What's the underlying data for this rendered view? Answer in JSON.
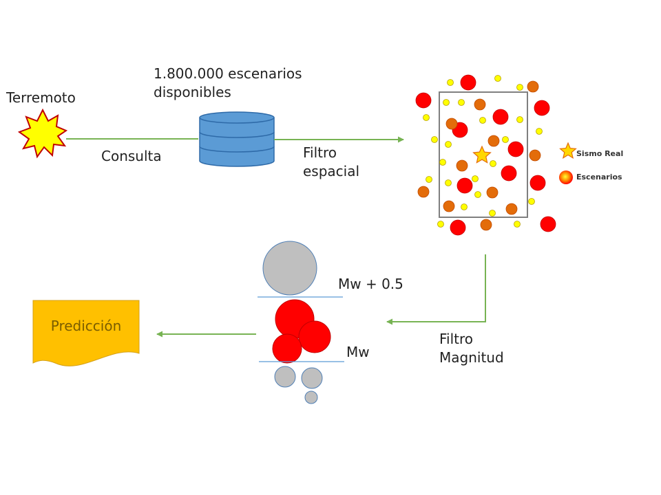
{
  "nodes": {
    "earthquake": {
      "label": "Terremoto",
      "icon": "explosion-icon"
    },
    "database": {
      "label_line1": "1.800.000 escenarios",
      "label_line2": "disponibles",
      "icon": "database-icon"
    },
    "prediction": {
      "label": "Predicción"
    }
  },
  "edges": {
    "query": "Consulta",
    "spatial_filter_line1": "Filtro",
    "spatial_filter_line2": "espacial",
    "magnitude_filter_line1": "Filtro",
    "magnitude_filter_line2": "Magnitud"
  },
  "magnitude": {
    "upper_label": "Mw + 0.5",
    "lower_label": "Mw"
  },
  "legend": {
    "real_quake": "Sismo Real",
    "scenarios": "Escenarios"
  },
  "colors": {
    "arrow": "#77b353",
    "database_fill": "#5b9bd5",
    "database_stroke": "#2e6aa8",
    "scenario_large": "#ff0000",
    "scenario_medium": "#e36c0a",
    "scenario_small": "#ffff00",
    "grey_circle": "#bfbfbf",
    "prediction_fill": "#ffc000",
    "star_fill": "#ffd700",
    "burst_fill": "#ffff00"
  }
}
